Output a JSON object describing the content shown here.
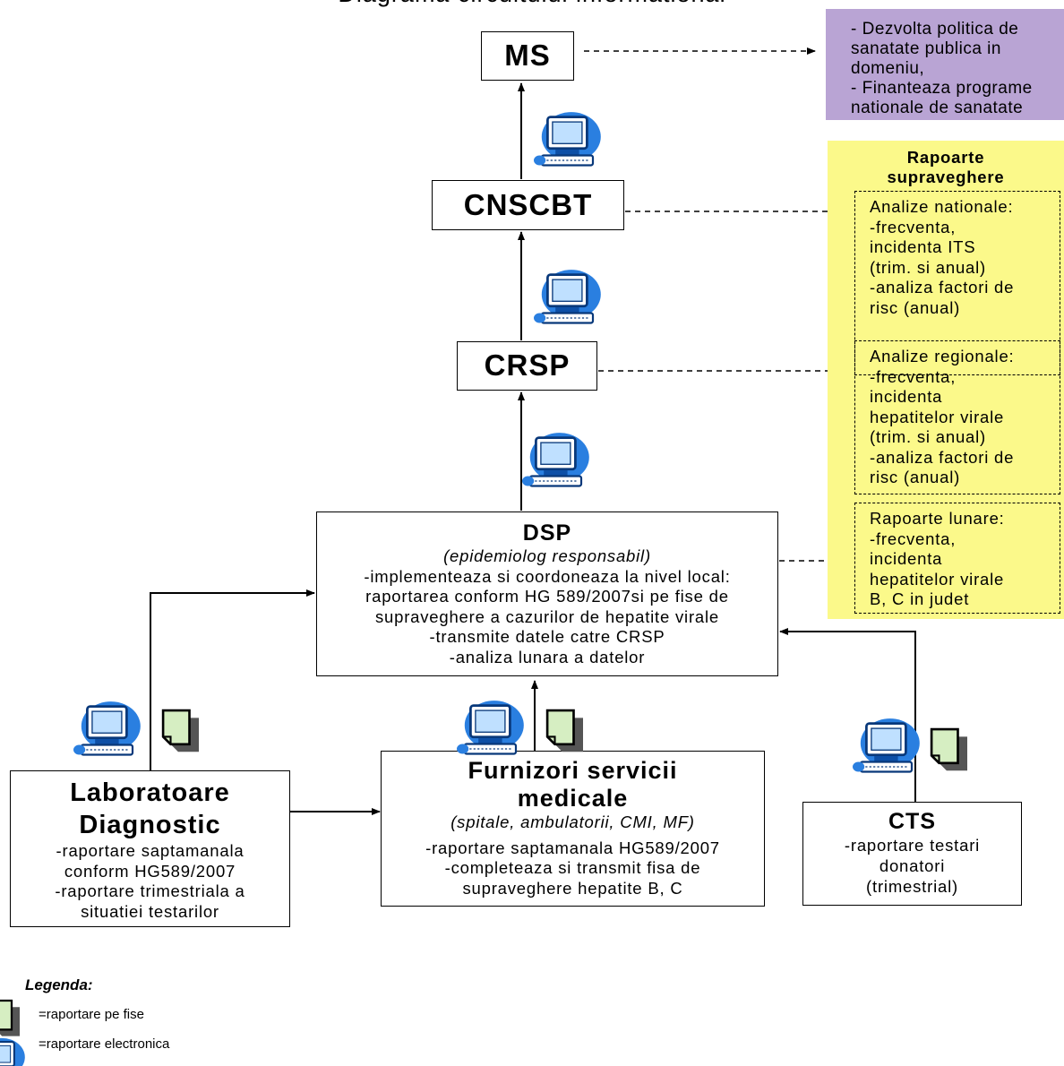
{
  "title": "Diagrama circuitului informational",
  "nodes": {
    "ms": {
      "label": "MS"
    },
    "cnscbt": {
      "label": "CNSCBT"
    },
    "crsp": {
      "label": "CRSP"
    },
    "dsp": {
      "label": "DSP",
      "subtitle": "(epidemiolog responsabil)",
      "lines": [
        "-implementeaza si coordoneaza la nivel local:",
        "raportarea conform HG 589/2007si pe fise de",
        "supraveghere a cazurilor de hepatite virale",
        "-transmite datele catre CRSP",
        "-analiza lunara a datelor"
      ]
    },
    "laboratoare": {
      "label_line1": "Laboratoare",
      "label_line2": "Diagnostic",
      "lines": [
        "-raportare saptamanala",
        "conform HG589/2007",
        "-raportare trimestriala a",
        "situatiei testarilor"
      ]
    },
    "furnizori": {
      "label_line1": "Furnizori servicii",
      "label_line2": "medicale",
      "subtitle": "(spitale, ambulatorii, CMI, MF)",
      "lines": [
        "-raportare saptamanala HG589/2007",
        "-completeaza si transmit fisa de",
        "supraveghere hepatite B, C"
      ]
    },
    "cts": {
      "label": "CTS",
      "lines": [
        "-raportare testari",
        "donatori",
        "(trimestrial)"
      ]
    }
  },
  "ms_note": {
    "lines": [
      "- Dezvolta politica de",
      "sanatate publica in",
      "domeniu,",
      "- Finanteaza programe",
      "nationale de sanatate"
    ]
  },
  "reports": {
    "header_line1": "Rapoarte",
    "header_line2": "supraveghere",
    "national": [
      "Analize nationale:",
      "-frecventa,",
      "incidenta ITS",
      "(trim. si anual)",
      "-analiza factori de",
      "risc (anual)"
    ],
    "regional": [
      "Analize regionale:",
      "-frecventa,",
      "incidenta",
      "hepatitelor virale",
      "(trim. si anual)",
      "-analiza factori de",
      "risc (anual)"
    ],
    "monthly": [
      "Rapoarte lunare:",
      "-frecventa,",
      "incidenta",
      "hepatitelor virale",
      "B, C in judet"
    ]
  },
  "legend": {
    "title": "Legenda:",
    "paper_label": "=raportare pe fise",
    "electronic_label": "=raportare electronica"
  },
  "colors": {
    "ms_note_bg": "#b9a4d4",
    "reports_bg": "#fbf98a",
    "computer_blue": "#2a7fe0",
    "document_green": "#d6eec2"
  },
  "icons": [
    "computer-icon",
    "document-icon"
  ]
}
